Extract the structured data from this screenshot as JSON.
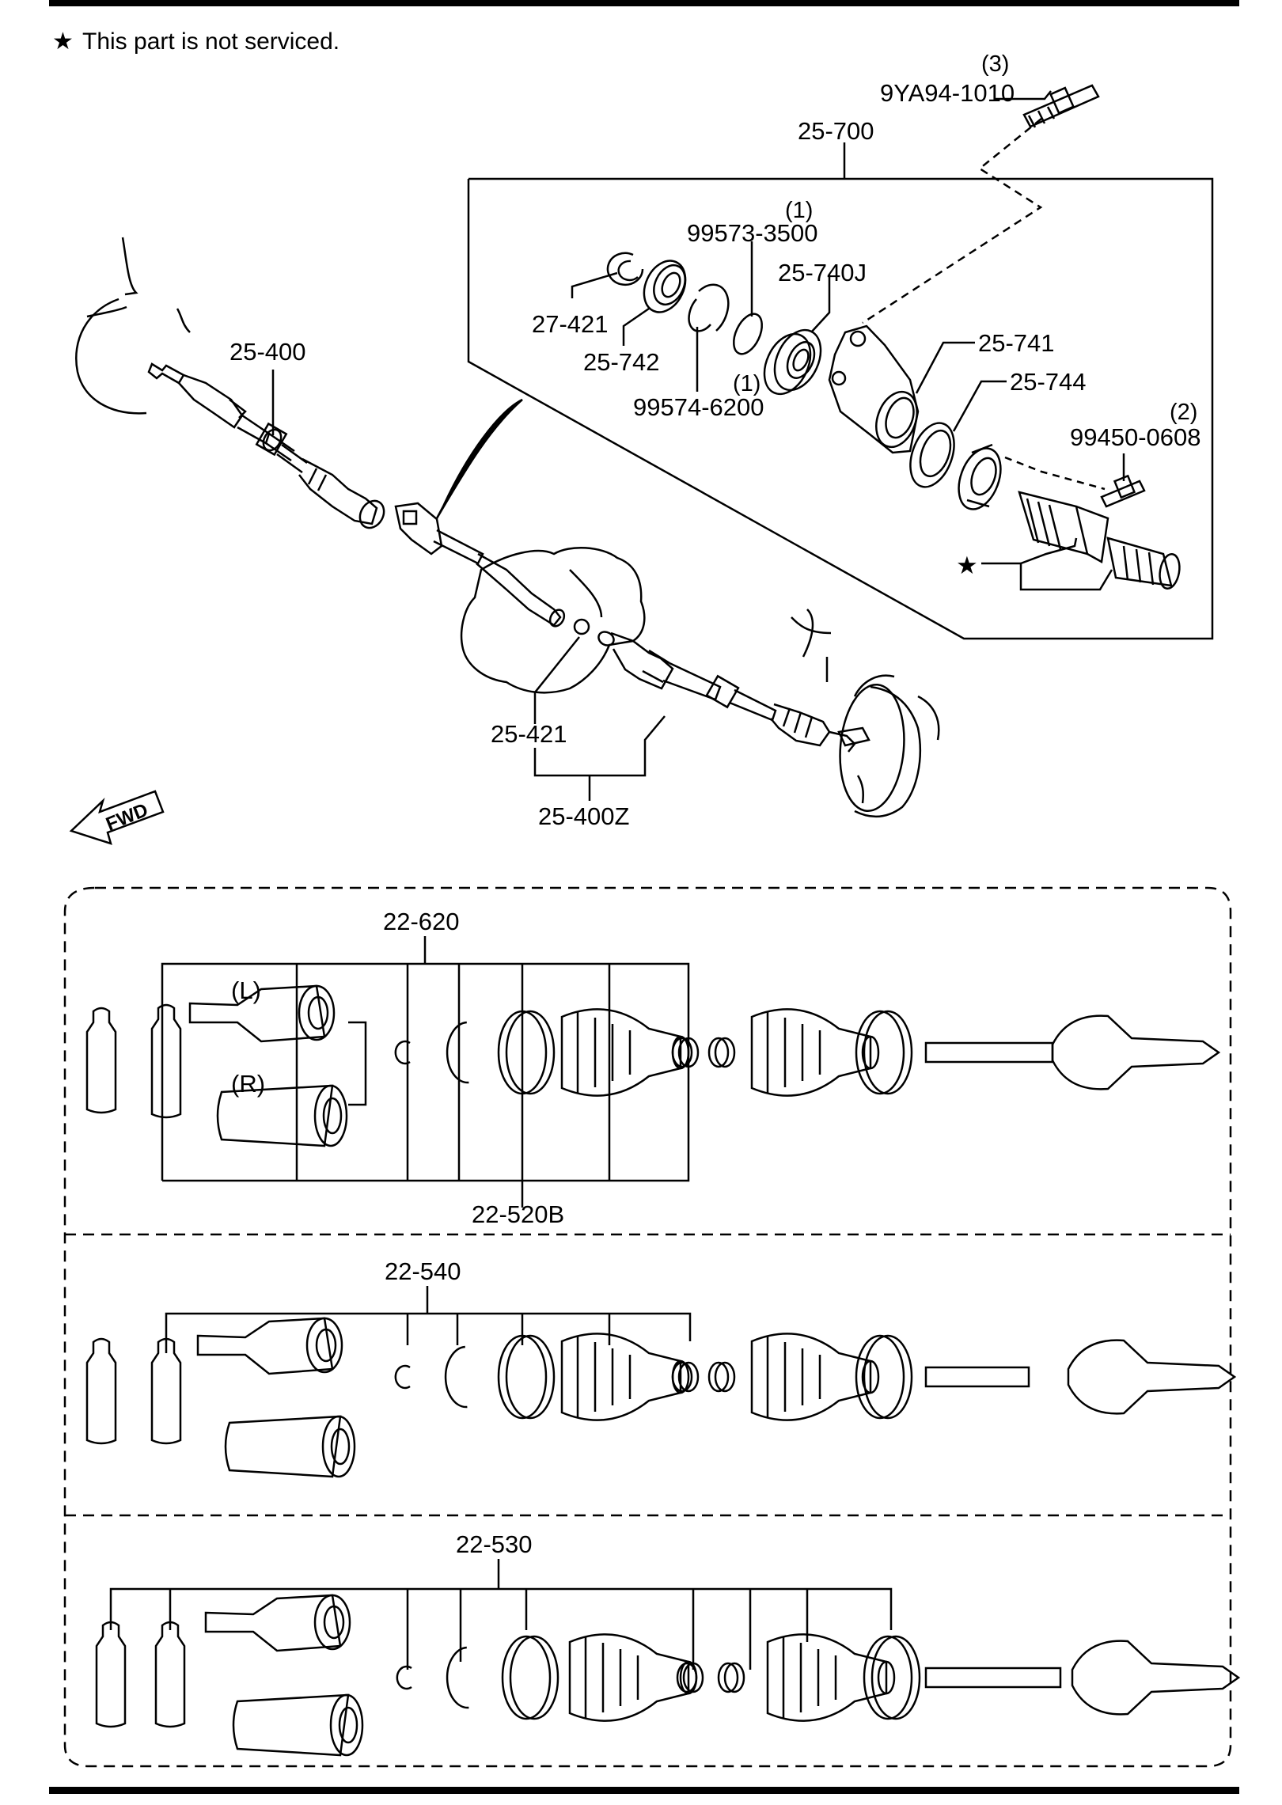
{
  "note": {
    "star": "★",
    "text": "This part is not serviced."
  },
  "upper": {
    "labels": {
      "p_9ya94_qty": "(3)",
      "p_9ya94": "9YA94-1010",
      "p_25_700": "25-700",
      "p_99573_qty": "(1)",
      "p_99573": "99573-3500",
      "p_25_740j": "25-740J",
      "p_27_421": "27-421",
      "p_25_742": "25-742",
      "p_99574_qty": "(1)",
      "p_99574": "99574-6200",
      "p_25_741": "25-741",
      "p_25_744": "25-744",
      "p_99450_qty": "(2)",
      "p_99450": "99450-0608",
      "p_25_400": "25-400",
      "p_25_421": "25-421",
      "p_25_400z": "25-400Z",
      "star_marker": "★"
    },
    "fwd": "FWD"
  },
  "panels": {
    "p1": {
      "label": "22-620",
      "label2": "22-520B",
      "left": "(L)",
      "right": "(R)"
    },
    "p2": {
      "label": "22-540"
    },
    "p3": {
      "label": "22-530"
    }
  }
}
